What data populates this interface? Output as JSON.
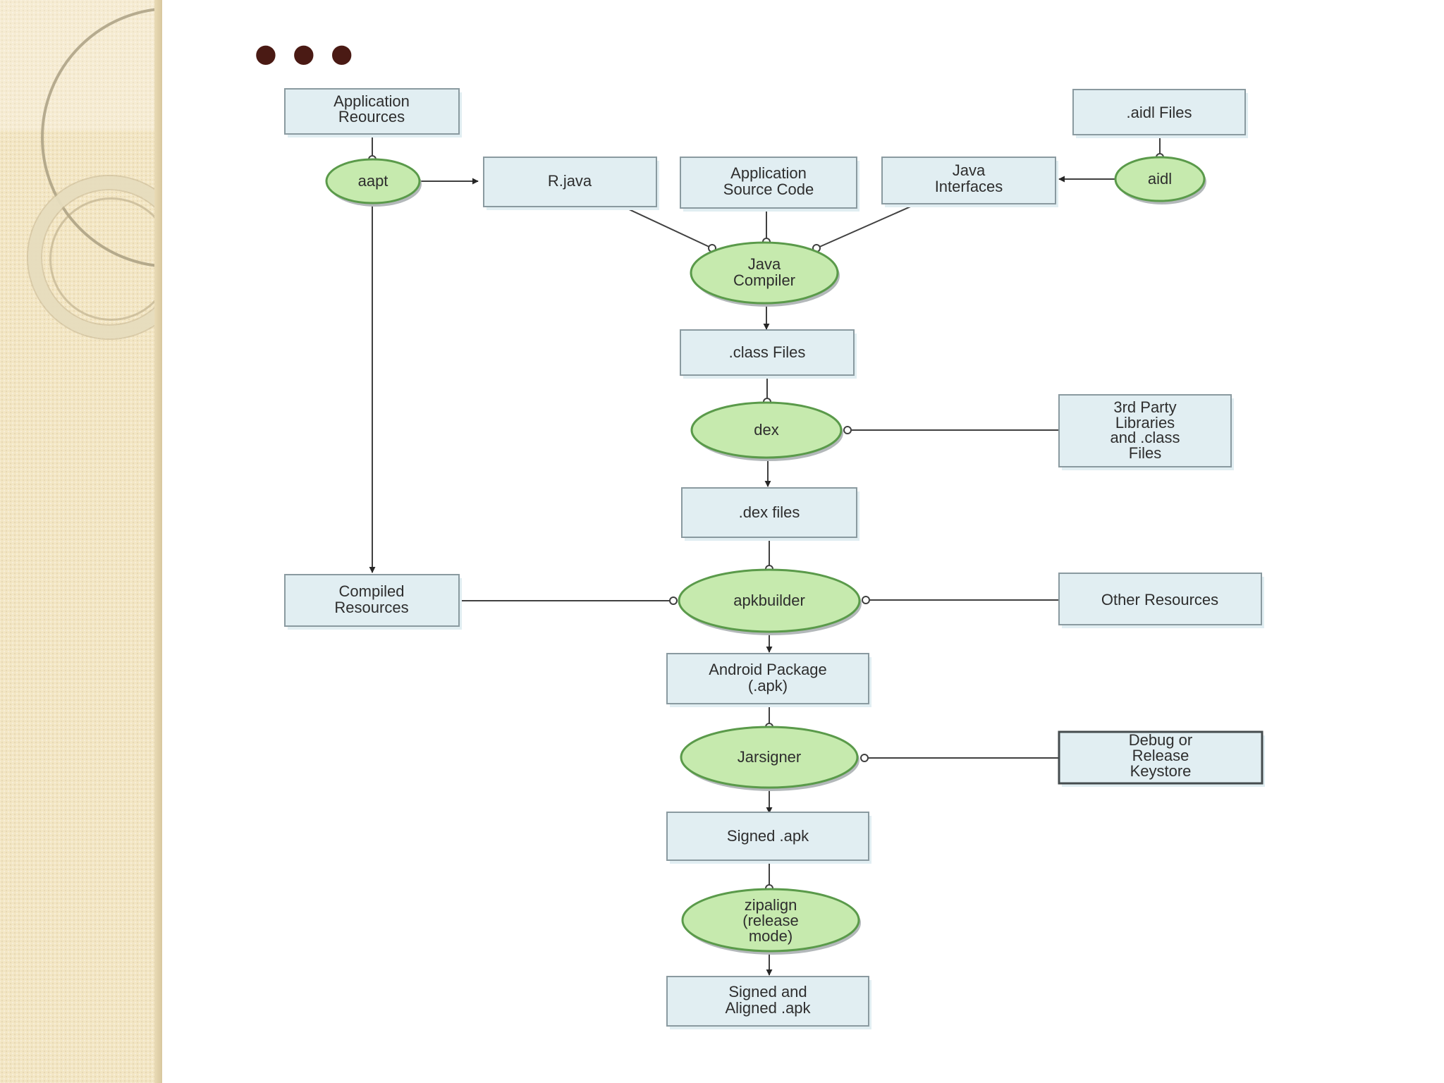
{
  "slide": {
    "dots": "•••"
  },
  "nodes": {
    "app_resources": [
      "Application",
      "Reources"
    ],
    "aapt": [
      "aapt"
    ],
    "rjava": [
      "R.java"
    ],
    "app_source": [
      "Application",
      "Source Code"
    ],
    "java_interfaces": [
      "Java",
      "Interfaces"
    ],
    "aidl_files": [
      ".aidl Files"
    ],
    "aidl": [
      "aidl"
    ],
    "java_compiler": [
      "Java",
      "Compiler"
    ],
    "class_files": [
      ".class Files"
    ],
    "dex": [
      "dex"
    ],
    "third_party": [
      "3rd Party",
      "Libraries",
      "and .class",
      "Files"
    ],
    "dex_files": [
      ".dex files"
    ],
    "compiled_resources": [
      "Compiled",
      "Resources"
    ],
    "apkbuilder": [
      "apkbuilder"
    ],
    "other_resources": [
      "Other Resources"
    ],
    "android_package": [
      "Android Package",
      "(.apk)"
    ],
    "jarsigner": [
      "Jarsigner"
    ],
    "keystore": [
      "Debug or",
      "Release",
      "Keystore"
    ],
    "signed_apk": [
      "Signed .apk"
    ],
    "zipalign": [
      "zipalign",
      "(release",
      "mode)"
    ],
    "signed_aligned": [
      "Signed and",
      "Aligned .apk"
    ]
  }
}
